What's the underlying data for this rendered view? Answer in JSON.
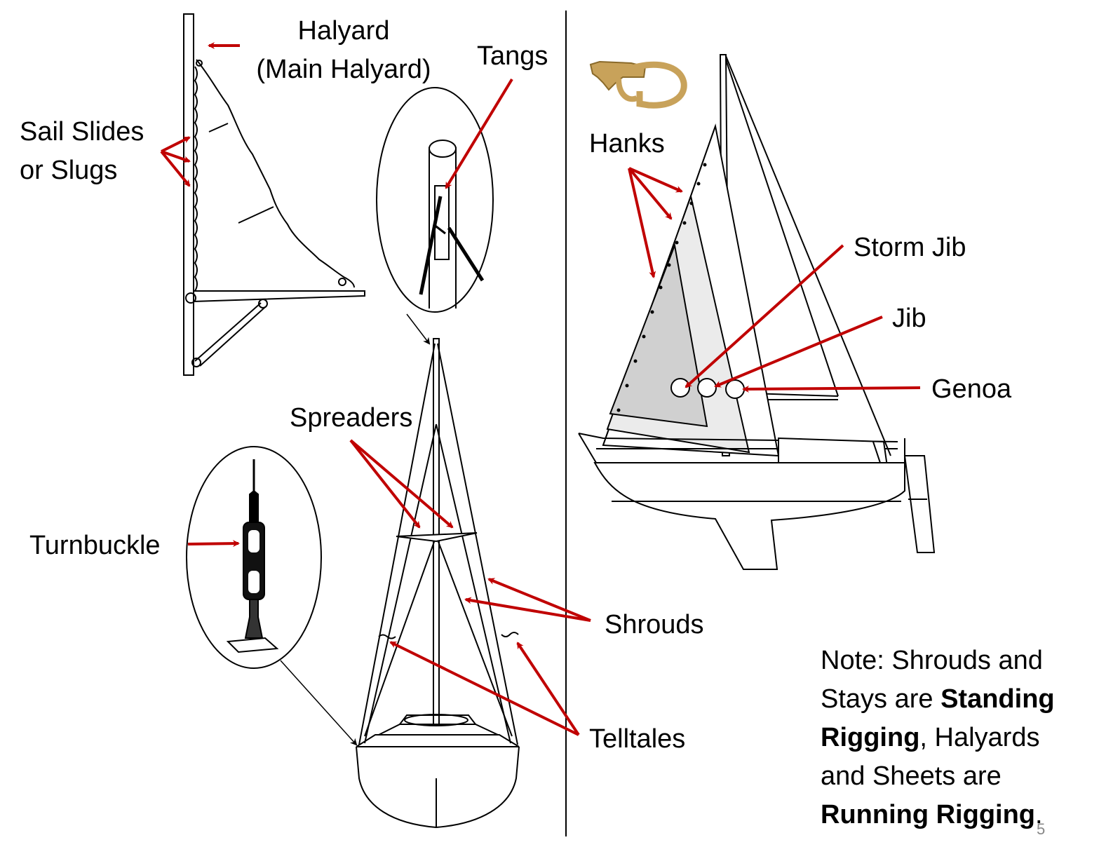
{
  "labels": {
    "halyard": "Halyard",
    "main_halyard": "(Main Halyard)",
    "tangs": "Tangs",
    "sail_slides": "Sail Slides",
    "or_slugs": "or Slugs",
    "hanks": "Hanks",
    "storm_jib": "Storm Jib",
    "jib": "Jib",
    "genoa": "Genoa",
    "spreaders": "Spreaders",
    "turnbuckle": "Turnbuckle",
    "shrouds": "Shrouds",
    "telltales": "Telltales"
  },
  "note": {
    "p1": "Note:  Shrouds and Stays are ",
    "b1": "Standing Rigging",
    "p2": ", Halyards and Sheets are ",
    "b2": "Running Rigging",
    "p3": "."
  },
  "page_number": "5",
  "colors": {
    "arrow": "#C00000",
    "line": "#000000",
    "storm_jib_fill": "#d0d0d0",
    "jib_fill": "#ebebeb",
    "hank_brass": "#c8a25a"
  }
}
